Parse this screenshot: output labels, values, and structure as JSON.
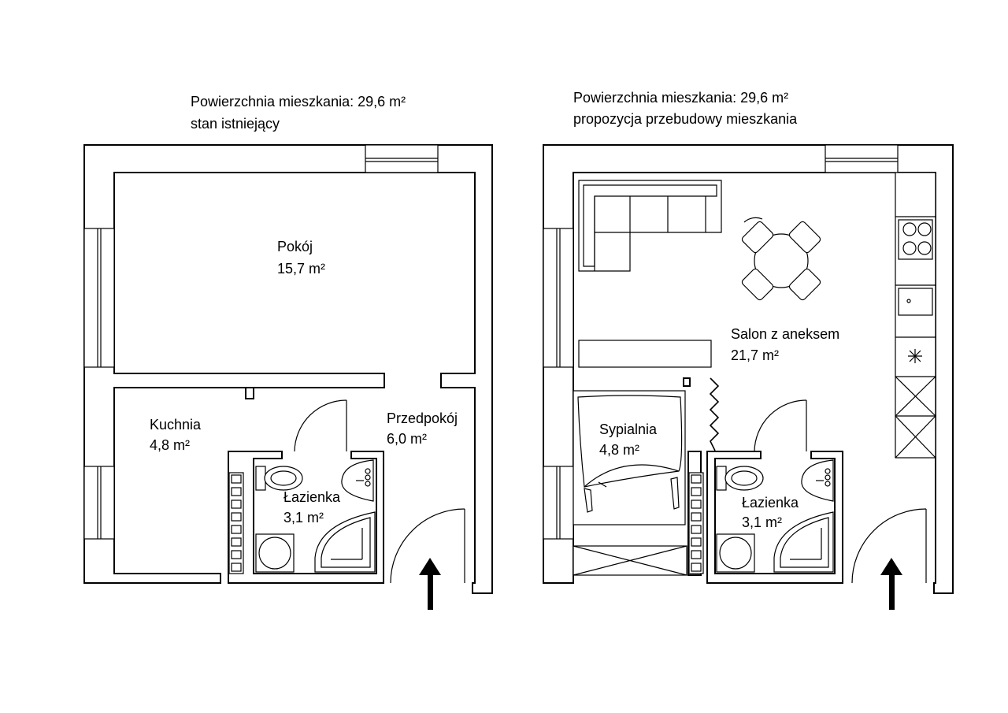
{
  "plans": [
    {
      "heading_line1": "Powierzchnia mieszkania: 29,6 m²",
      "heading_line2": "stan istniejący",
      "rooms": [
        {
          "name": "Pokój",
          "area": "15,7 m²"
        },
        {
          "name": "Kuchnia",
          "area": "4,8 m²"
        },
        {
          "name": "Przedpokój",
          "area": "6,0 m²"
        },
        {
          "name": "Łazienka",
          "area": "3,1 m²"
        }
      ]
    },
    {
      "heading_line1": "Powierzchnia mieszkania: 29,6 m²",
      "heading_line2": "propozycja przebudowy mieszkania",
      "rooms": [
        {
          "name": "Salon z aneksem",
          "area": "21,7 m²"
        },
        {
          "name": "Sypialnia",
          "area": "4,8 m²"
        },
        {
          "name": "Łazienka",
          "area": "3,1 m²"
        }
      ]
    }
  ],
  "entrance_arrow": "up-arrow-icon"
}
